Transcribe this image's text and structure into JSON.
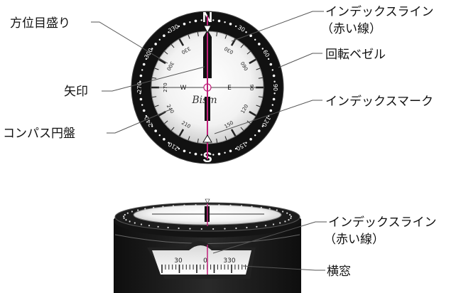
{
  "labels": {
    "scale": "方位目盛り",
    "index_line_top": "インデックスライン",
    "index_line_top_sub": "（赤い線）",
    "bezel": "回転ベゼル",
    "arrow": "矢印",
    "index_mark": "インデックスマーク",
    "compass_disc": "コンパス円盤",
    "index_line_side": "インデックスライン",
    "index_line_side_sub": "（赤い線）",
    "side_window": "横窓"
  },
  "compass": {
    "north": "N",
    "south": "S",
    "east": "E",
    "west": "W",
    "logo": "Bism",
    "bezel_numbers": [
      "30",
      "60",
      "90",
      "120",
      "150",
      "210",
      "240",
      "270",
      "300",
      "330"
    ],
    "dial_numbers": [
      "030",
      "060",
      "090",
      "120",
      "150",
      "210",
      "240",
      "270",
      "300",
      "330"
    ],
    "dial_e": "E",
    "dial_w": "W",
    "dial_270": "270",
    "dial_90": "90"
  },
  "side_window": {
    "numbers": [
      "30",
      "0",
      "330"
    ]
  },
  "colors": {
    "index_line": "#c0207a",
    "bezel": "#111111",
    "body": "#1c1c1c"
  }
}
